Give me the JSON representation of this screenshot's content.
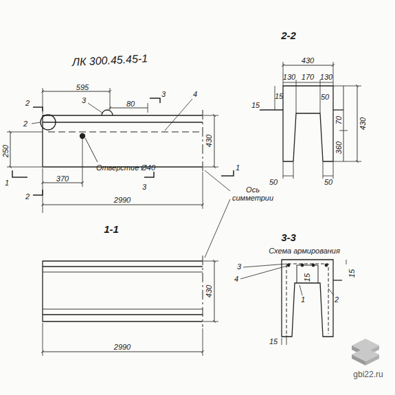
{
  "diagram": {
    "title": "ЛК 300.45.45-1",
    "labels": [
      "2-2",
      "430",
      "130",
      "170",
      "130",
      "595",
      "3",
      "80",
      "3",
      "4",
      "2",
      "15",
      "15",
      "50",
      "2",
      "70",
      "430",
      "360",
      "430",
      "250",
      "Отверстие Ø40",
      "1",
      "1",
      "3",
      "2",
      "370",
      "Ось симметрии",
      "50",
      "50",
      "2990",
      "1-1",
      "3-3",
      "Схема армирования",
      "3",
      "4",
      "15",
      "15",
      "1",
      "2",
      "430",
      "15",
      "2990",
      "gbi22.ru"
    ]
  }
}
